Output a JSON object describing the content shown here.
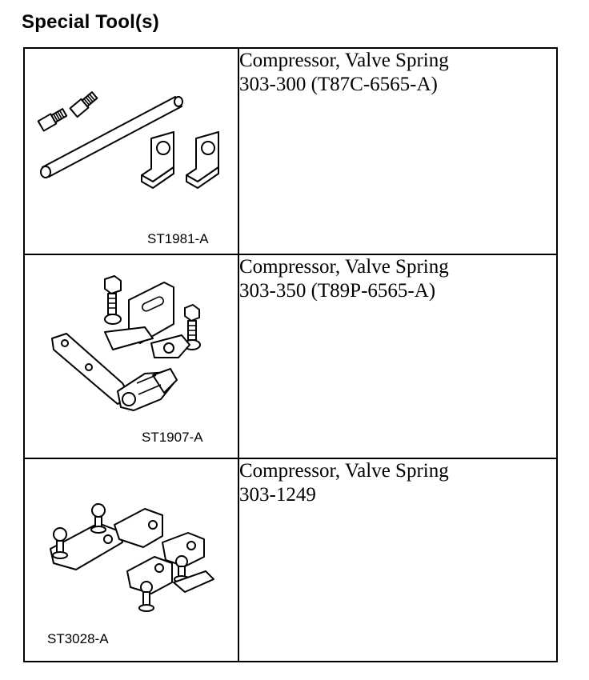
{
  "heading": "Special Tool(s)",
  "tools": [
    {
      "image_code": "ST1981-A",
      "icon": "valve-spring-compressor-rod-brackets-icon",
      "name": "Compressor, Valve Spring",
      "number": "303-300 (T87C-6565-A)"
    },
    {
      "image_code": "ST1907-A",
      "icon": "valve-spring-compressor-lever-icon",
      "name": "Compressor, Valve Spring",
      "number": "303-350 (T89P-6565-A)"
    },
    {
      "image_code": "ST3028-A",
      "icon": "valve-spring-compressor-brackets-set-icon",
      "name": "Compressor, Valve Spring",
      "number": "303-1249"
    }
  ]
}
